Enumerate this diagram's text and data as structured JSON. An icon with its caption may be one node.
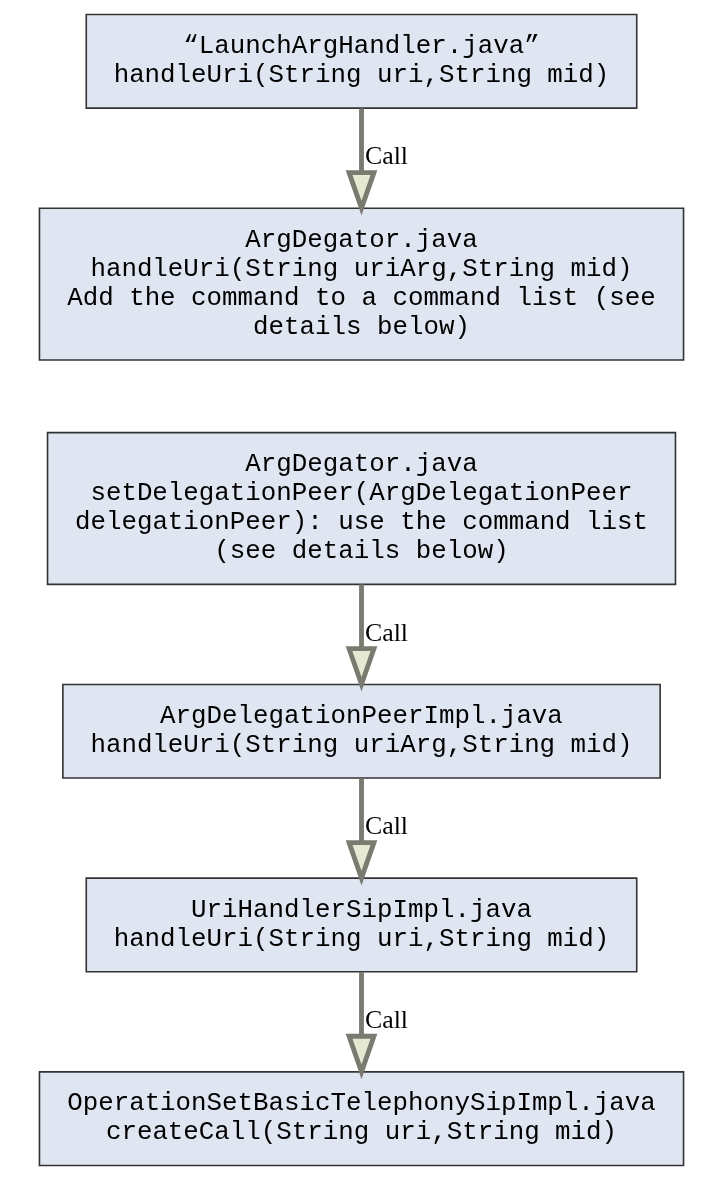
{
  "diagram": {
    "nodes": [
      {
        "text": [
          "“LaunchArgHandler.java”",
          "handleUri(String uri,String mid)"
        ]
      },
      {
        "text": [
          "ArgDegator.java",
          "handleUri(String uriArg,String mid)",
          "Add the command to a command list (see details below)"
        ]
      },
      {
        "text": [
          "ArgDegator.java",
          "setDelegationPeer(ArgDelegationPeer delegationPeer): use the command list (see details below)"
        ]
      },
      {
        "text": [
          "ArgDelegationPeerImpl.java",
          "handleUri(String uriArg,String mid)"
        ]
      },
      {
        "text": [
          "UriHandlerSipImpl.java",
          "handleUri(String uri,String mid)"
        ]
      },
      {
        "text": [
          "OperationSetBasicTelephonySipImpl.java",
          "createCall(String uri,String mid)"
        ]
      }
    ],
    "edges": [
      {
        "from": 0,
        "to": 1,
        "arrow": "to",
        "label": "Call"
      },
      {
        "from": 2,
        "to": 3,
        "arrow": "to",
        "label": "Call"
      },
      {
        "from": 3,
        "to": 4,
        "arrow": "to",
        "label": "Call"
      },
      {
        "from": 4,
        "to": 5,
        "arrow": "to",
        "label": "Call"
      }
    ]
  }
}
